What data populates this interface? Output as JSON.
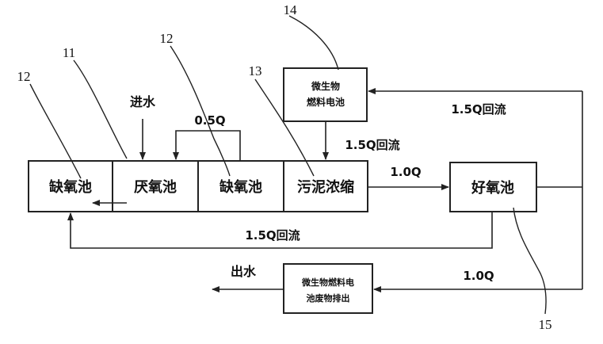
{
  "nodes": {
    "anoxic_left": "缺氧池",
    "anaerobic": "厌氧池",
    "anoxic_mid": "缺氧池",
    "sludge": "污泥浓缩",
    "aerobic": "好氧池",
    "mfc_line1": "微生物",
    "mfc_line2": "燃料电池",
    "waste_line1": "微生物燃料电",
    "waste_line2": "池废物排出"
  },
  "labels": {
    "influent": "进水",
    "effluent": "出水",
    "flow_05q": "0.5Q",
    "flow_10q_a": "1.0Q",
    "flow_10q_b": "1.0Q",
    "recycle_top": "1.5Q回流",
    "recycle_mid": "1.5Q回流",
    "recycle_bottom": "1.5Q回流"
  },
  "refs": {
    "r11": "11",
    "r12_left": "12",
    "r12_mid": "12",
    "r13": "13",
    "r14": "14",
    "r15": "15"
  }
}
